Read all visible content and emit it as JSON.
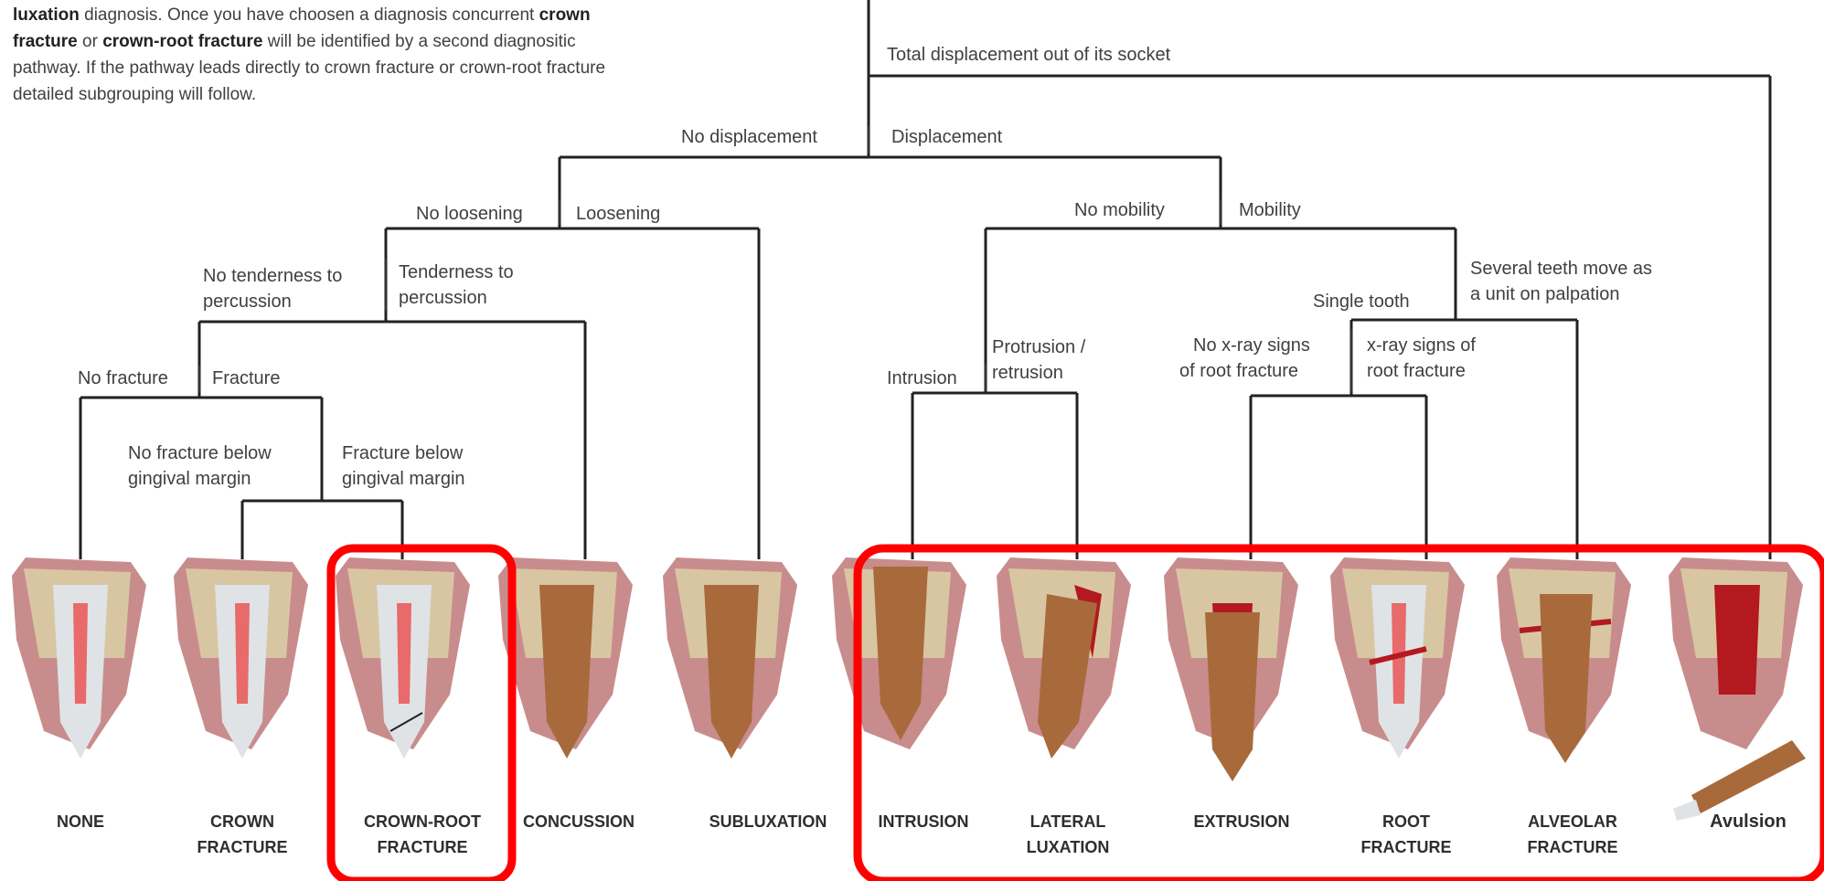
{
  "intro": {
    "p1": "luxation",
    "p2": " diagnosis. Once you have choosen a diagnosis concurrent ",
    "p3": "crown fracture",
    "p4": " or ",
    "p5": "crown-root fracture",
    "p6": " will be identified by a second diagnositic pathway. If the pathway leads directly to crown fracture or crown-root fracture detailed subgrouping will follow."
  },
  "branches": {
    "total_displacement": "Total displacement out of its socket",
    "no_displacement": "No displacement",
    "displacement": "Displacement",
    "no_loosening": "No loosening",
    "loosening": "Loosening",
    "no_mobility": "No mobility",
    "mobility": "Mobility",
    "no_tenderness_1": "No tenderness to",
    "no_tenderness_2": "percussion",
    "tenderness_1": "Tenderness to",
    "tenderness_2": "percussion",
    "several_teeth_1": "Several teeth move as",
    "several_teeth_2": "a unit on palpation",
    "single_tooth": "Single tooth",
    "no_fracture": "No fracture",
    "fracture": "Fracture",
    "intrusion": "Intrusion",
    "protrusion_1": "Protrusion /",
    "protrusion_2": "retrusion",
    "no_xray_1": "No x-ray signs",
    "no_xray_2": "of root fracture",
    "xray_1": "x-ray signs of",
    "xray_2": "root fracture",
    "no_fracture_below_1": "No fracture below",
    "no_fracture_below_2": "gingival margin",
    "fracture_below_1": "Fracture below",
    "fracture_below_2": "gingival margin"
  },
  "diagnoses": [
    {
      "line1": "NONE",
      "line2": ""
    },
    {
      "line1": "CROWN",
      "line2": "FRACTURE"
    },
    {
      "line1": "CROWN-ROOT",
      "line2": "FRACTURE"
    },
    {
      "line1": "CONCUSSION",
      "line2": ""
    },
    {
      "line1": "SUBLUXATION",
      "line2": ""
    },
    {
      "line1": "INTRUSION",
      "line2": ""
    },
    {
      "line1": "LATERAL",
      "line2": "LUXATION"
    },
    {
      "line1": "EXTRUSION",
      "line2": ""
    },
    {
      "line1": "ROOT",
      "line2": "FRACTURE"
    },
    {
      "line1": "ALVEOLAR",
      "line2": "FRACTURE"
    },
    {
      "line1": "Avulsion",
      "line2": ""
    }
  ],
  "colors": {
    "line": "#222222",
    "highlight": "#ff0000",
    "gum": "#c98c8c",
    "bone": "#d8c6a3",
    "pulp": "#e86a6a",
    "crown_enamel": "#dfe3e6",
    "root_brown": "#a86a3a",
    "blood": "#b3191f"
  }
}
